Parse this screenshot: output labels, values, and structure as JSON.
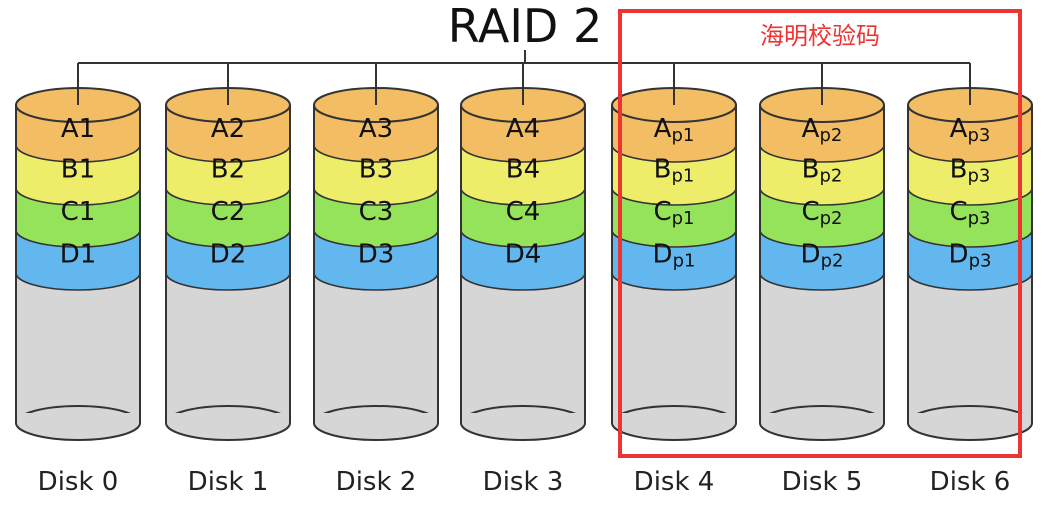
{
  "title": "RAID 2",
  "annotation": "海明校验码",
  "colors": {
    "A": "#f2bd63",
    "B": "#eded6a",
    "C": "#94e35a",
    "D": "#62b8ee",
    "empty": "#d6d6d6",
    "highlight": "#ee3333"
  },
  "disks": [
    {
      "label": "Disk 0",
      "segments": [
        {
          "letter": "A",
          "sub": "1",
          "parity": false
        },
        {
          "letter": "B",
          "sub": "1",
          "parity": false
        },
        {
          "letter": "C",
          "sub": "1",
          "parity": false
        },
        {
          "letter": "D",
          "sub": "1",
          "parity": false
        }
      ]
    },
    {
      "label": "Disk 1",
      "segments": [
        {
          "letter": "A",
          "sub": "2",
          "parity": false
        },
        {
          "letter": "B",
          "sub": "2",
          "parity": false
        },
        {
          "letter": "C",
          "sub": "2",
          "parity": false
        },
        {
          "letter": "D",
          "sub": "2",
          "parity": false
        }
      ]
    },
    {
      "label": "Disk 2",
      "segments": [
        {
          "letter": "A",
          "sub": "3",
          "parity": false
        },
        {
          "letter": "B",
          "sub": "3",
          "parity": false
        },
        {
          "letter": "C",
          "sub": "3",
          "parity": false
        },
        {
          "letter": "D",
          "sub": "3",
          "parity": false
        }
      ]
    },
    {
      "label": "Disk 3",
      "segments": [
        {
          "letter": "A",
          "sub": "4",
          "parity": false
        },
        {
          "letter": "B",
          "sub": "4",
          "parity": false
        },
        {
          "letter": "C",
          "sub": "4",
          "parity": false
        },
        {
          "letter": "D",
          "sub": "4",
          "parity": false
        }
      ]
    },
    {
      "label": "Disk 4",
      "segments": [
        {
          "letter": "A",
          "sub": "p1",
          "parity": true
        },
        {
          "letter": "B",
          "sub": "p1",
          "parity": true
        },
        {
          "letter": "C",
          "sub": "p1",
          "parity": true
        },
        {
          "letter": "D",
          "sub": "p1",
          "parity": true
        }
      ]
    },
    {
      "label": "Disk 5",
      "segments": [
        {
          "letter": "A",
          "sub": "p2",
          "parity": true
        },
        {
          "letter": "B",
          "sub": "p2",
          "parity": true
        },
        {
          "letter": "C",
          "sub": "p2",
          "parity": true
        },
        {
          "letter": "D",
          "sub": "p2",
          "parity": true
        }
      ]
    },
    {
      "label": "Disk 6",
      "segments": [
        {
          "letter": "A",
          "sub": "p3",
          "parity": true
        },
        {
          "letter": "B",
          "sub": "p3",
          "parity": true
        },
        {
          "letter": "C",
          "sub": "p3",
          "parity": true
        },
        {
          "letter": "D",
          "sub": "p3",
          "parity": true
        }
      ]
    }
  ]
}
